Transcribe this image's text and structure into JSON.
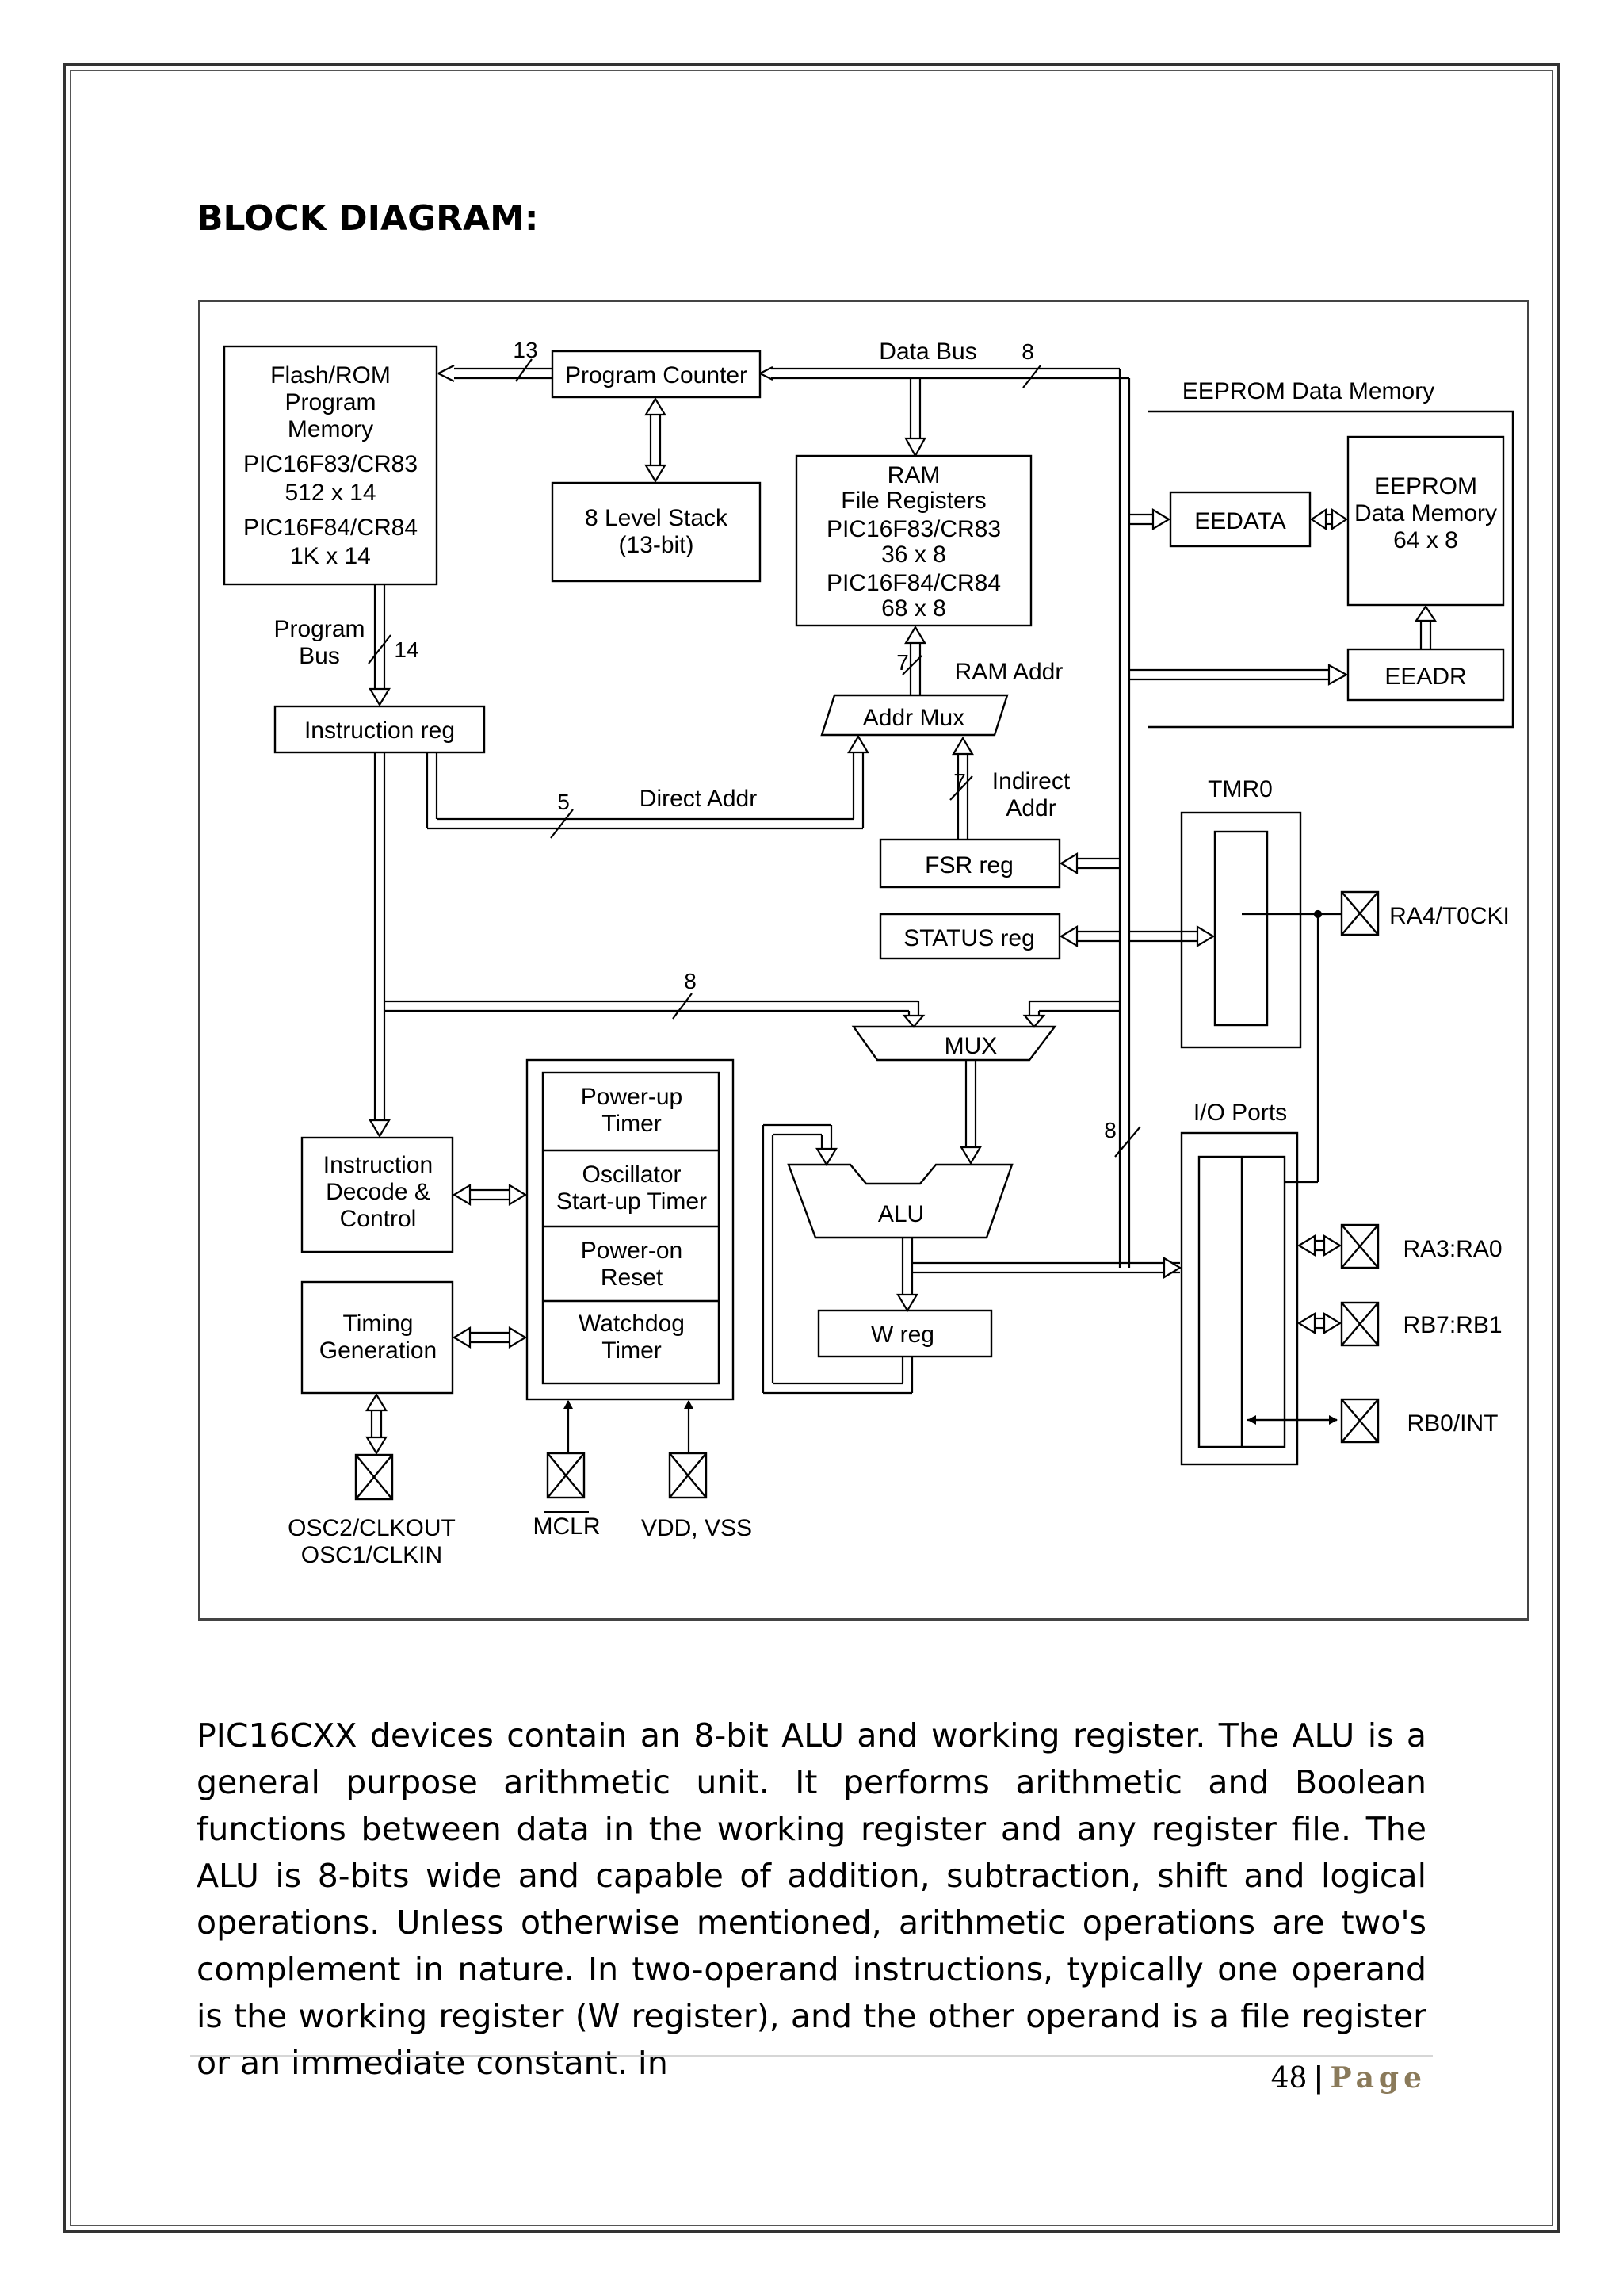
{
  "heading": "BLOCK DIAGRAM:",
  "diagram": {
    "flash": [
      "Flash/ROM",
      "Program",
      "Memory",
      "PIC16F83/CR83",
      "512 x 14",
      "PIC16F84/CR84",
      "1K x 14"
    ],
    "program_counter": "Program Counter",
    "stack": [
      "8 Level Stack",
      "(13-bit)"
    ],
    "data_bus": "Data Bus",
    "ram": [
      "RAM",
      "File Registers",
      "PIC16F83/CR83",
      "36 x 8",
      "PIC16F84/CR84",
      "68 x 8"
    ],
    "eeprom_data_memory_title": "EEPROM Data Memory",
    "eedata": "EEDATA",
    "eeprom": [
      "EEPROM",
      "Data Memory",
      "64 x 8"
    ],
    "eeadr": "EEADR",
    "program_bus": [
      "Program",
      "Bus"
    ],
    "instruction_reg": "Instruction reg",
    "ram_addr": "RAM Addr",
    "addr_mux": "Addr Mux",
    "direct_addr": "Direct Addr",
    "indirect_addr": [
      "Indirect",
      "Addr"
    ],
    "fsr": "FSR reg",
    "status": "STATUS reg",
    "tmr0": "TMR0",
    "ra4": "RA4/T0CKI",
    "mux": "MUX",
    "io_ports": "I/O Ports",
    "alu": "ALU",
    "w_reg": "W reg",
    "instruction_decode": [
      "Instruction",
      "Decode &",
      "Control"
    ],
    "timing": [
      "Timing",
      "Generation"
    ],
    "power_up_timer": [
      "Power-up",
      "Timer"
    ],
    "osc_startup": [
      "Oscillator",
      "Start-up Timer"
    ],
    "power_on_reset": [
      "Power-on",
      "Reset"
    ],
    "watchdog": [
      "Watchdog",
      "Timer"
    ],
    "ra3": "RA3:RA0",
    "rb7": "RB7:RB1",
    "rb0": "RB0/INT",
    "osc_pins": [
      "OSC2/CLKOUT",
      "OSC1/CLKIN"
    ],
    "mclr": "MCLR",
    "vdd_vss": "VDD, VSS",
    "bus_widths": {
      "pc": "13",
      "data_bus": "8",
      "program_bus": "14",
      "ram_addr": "7",
      "direct_addr": "5",
      "indirect_addr": "7",
      "mux_bus": "8",
      "io_bus": "8"
    }
  },
  "paragraph": "PIC16CXX devices contain an 8-bit ALU and working register. The ALU is a general purpose arithmetic unit. It performs arithmetic and Boolean functions between data in the working register and any register file. The ALU is 8-bits wide and capable of addition, subtraction, shift and logical operations. Unless otherwise mentioned, arithmetic operations are two's complement in nature. In two-operand instructions, typically one operand is the working register (W register), and the other operand is a file register or an immediate constant. In",
  "footer": {
    "page_number": "48",
    "separator": "|",
    "page_word": "Page"
  }
}
